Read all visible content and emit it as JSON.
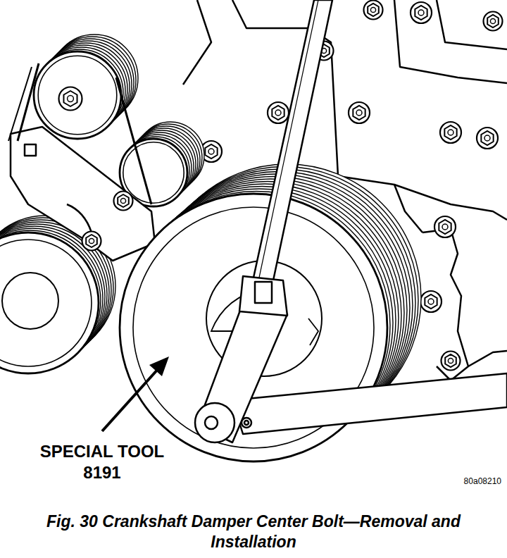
{
  "diagram": {
    "caption": "Fig. 30 Crankshaft Damper Center Bolt—Removal and Installation",
    "labels": [
      "SPECIAL TOOL 8191",
      "80a08210"
    ]
  }
}
